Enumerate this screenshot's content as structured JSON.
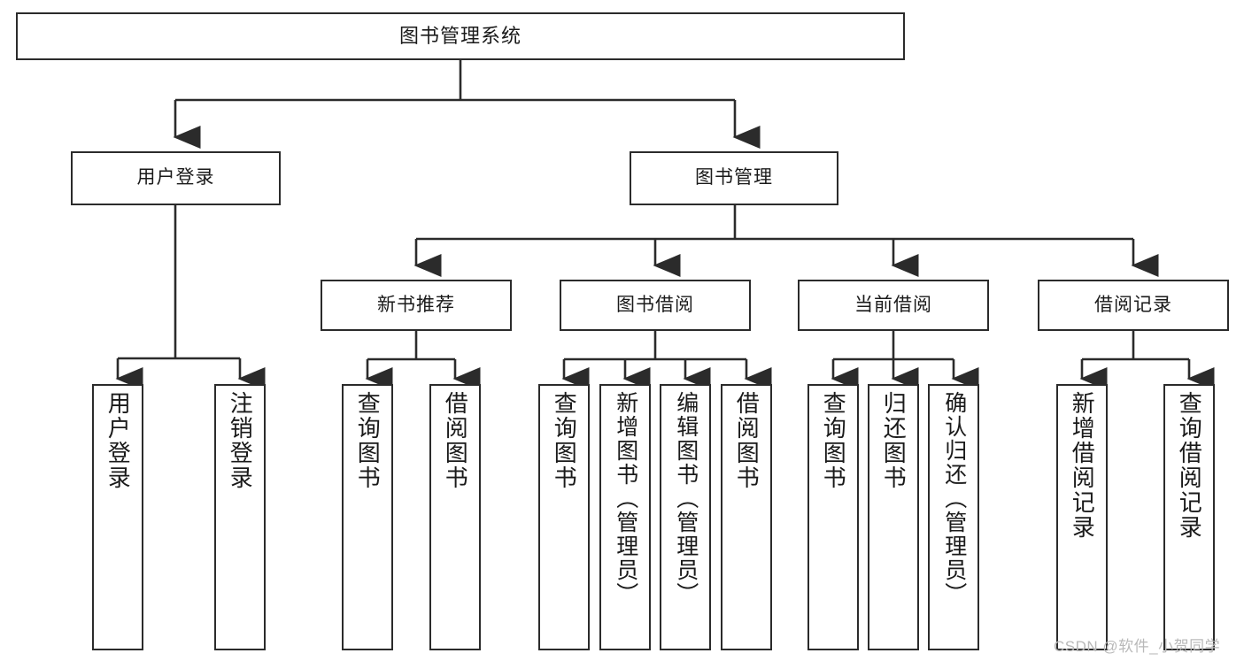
{
  "diagram": {
    "title": "图书管理系统",
    "type": "hierarchy-tree",
    "colors": {
      "stroke": "#2b2b2b",
      "fill": "#ffffff",
      "text": "#1a1a1a",
      "watermark": "#b9b9b9"
    },
    "root": {
      "label": "图书管理系统"
    },
    "level2": [
      {
        "label": "用户登录"
      },
      {
        "label": "图书管理"
      }
    ],
    "level3": [
      {
        "label": "新书推荐"
      },
      {
        "label": "图书借阅"
      },
      {
        "label": "当前借阅"
      },
      {
        "label": "借阅记录"
      }
    ],
    "leaves": {
      "user_login": [
        {
          "label": "用户登录"
        },
        {
          "label": "注销登录"
        }
      ],
      "new_book_recommend": [
        {
          "label": "查询图书"
        },
        {
          "label": "借阅图书"
        }
      ],
      "book_borrow": [
        {
          "label": "查询图书"
        },
        {
          "label": "新增图书（管理员）"
        },
        {
          "label": "编辑图书（管理员）"
        },
        {
          "label": "借阅图书"
        }
      ],
      "current_borrow": [
        {
          "label": "查询图书"
        },
        {
          "label": "归还图书"
        },
        {
          "label": "确认归还（管理员）"
        }
      ],
      "borrow_record": [
        {
          "label": "新增借阅记录"
        },
        {
          "label": "查询借阅记录"
        }
      ]
    }
  },
  "watermark": {
    "text": "CSDN @软件_小贺同学"
  }
}
